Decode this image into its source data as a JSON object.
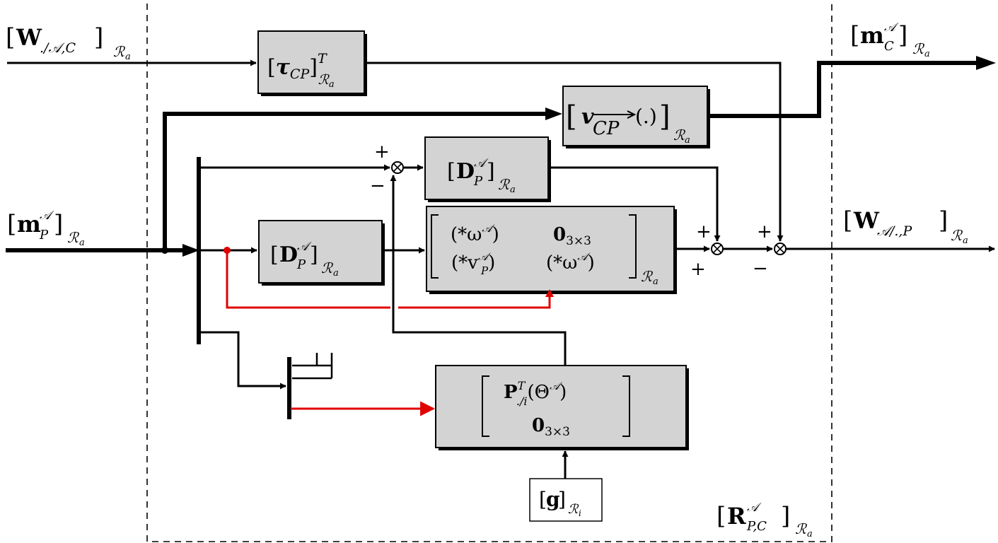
{
  "inputs": {
    "wrench_in": {
      "base": "W",
      "sub": "./𝒜,C",
      "frame": "ℛ",
      "frame_sub": "a"
    },
    "momentum_p": {
      "base": "m",
      "sup": "𝒜",
      "sub": "P",
      "frame": "ℛ",
      "frame_sub": "a"
    }
  },
  "outputs": {
    "momentum_c": {
      "base": "m",
      "sup": "𝒜",
      "sub": "C",
      "frame": "ℛ",
      "frame_sub": "a"
    },
    "wrench_out": {
      "base": "W",
      "sub": "𝒜/.,P",
      "frame": "ℛ",
      "frame_sub": "a"
    }
  },
  "blocks": {
    "tau": {
      "base": "τ",
      "sub": "CP",
      "sup": "T",
      "frame": "ℛ",
      "frame_sub": "a"
    },
    "velocity": {
      "base": "v",
      "arrow_text": "CP",
      "arg": "(.)",
      "frame": "ℛ",
      "frame_sub": "a"
    },
    "d_upper": {
      "base": "D",
      "sup": "𝒜",
      "sub": "P",
      "frame": "ℛ",
      "frame_sub": "a"
    },
    "d_middle": {
      "base": "D",
      "sup": "𝒜",
      "sub": "P",
      "frame": "ℛ",
      "frame_sub": "a"
    },
    "omega_matrix": {
      "r1c1": "(*ω",
      "r1c1_sup": "𝒜",
      "r1c1_close": ")",
      "r1c2": "0",
      "r1c2_sub": "3×3",
      "r2c1": "(*v",
      "r2c1_sup": "𝒜",
      "r2c1_sub": "P",
      "r2c1_close": ")",
      "r2c2": "(*ω",
      "r2c2_sup": "𝒜",
      "r2c2_close": ")",
      "frame": "ℛ",
      "frame_sub": "a"
    },
    "p_matrix": {
      "r1": "P",
      "r1_sup": "T",
      "r1_sub": "./i",
      "r1_arg": "(Θ",
      "r1_arg_sup": "𝒜",
      "r1_arg_close": ")",
      "r2": "0",
      "r2_sub": "3×3"
    },
    "gravity": {
      "base": "g",
      "frame": "ℛ",
      "frame_sub": "i"
    }
  },
  "subsystem_label": {
    "base": "R",
    "sup": "𝒜",
    "sub": "P,C",
    "frame": "ℛ",
    "frame_sub": "a"
  },
  "signs": {
    "sum_top_a": "+",
    "sum_top_b": "−",
    "sum_mid_a": "+",
    "sum_mid_b": "+",
    "sum_right_a": "+",
    "sum_right_b": "−"
  },
  "colors": {
    "block_fill": "#d3d3d3",
    "signal": "#000000",
    "selection": "#e00000"
  }
}
